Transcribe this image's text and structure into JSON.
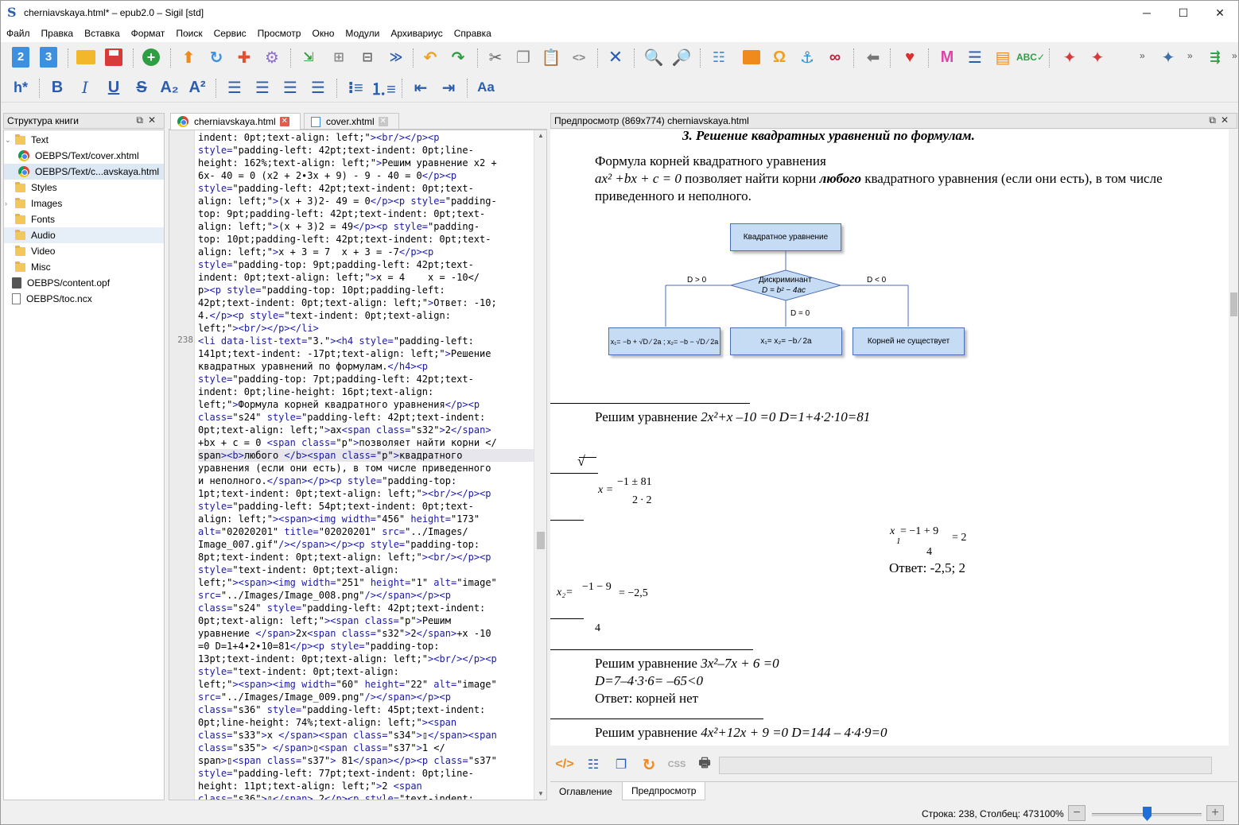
{
  "window": {
    "title": "cherniavskaya.html* – epub2.0 – Sigil [std]",
    "app_icon": "S",
    "minimize": "─",
    "maximize": "☐",
    "close": "✕"
  },
  "menu": [
    "Файл",
    "Правка",
    "Вставка",
    "Формат",
    "Поиск",
    "Сервис",
    "Просмотр",
    "Окно",
    "Модули",
    "Архивариус",
    "Справка"
  ],
  "book_browser": {
    "title": "Структура книги",
    "items": [
      {
        "label": "Text",
        "type": "folder"
      },
      {
        "label": "OEBPS/Text/cover.xhtml",
        "type": "html"
      },
      {
        "label": "OEBPS/Text/c...avskaya.html",
        "type": "html"
      },
      {
        "label": "Styles",
        "type": "folder"
      },
      {
        "label": "Images",
        "type": "folder"
      },
      {
        "label": "Fonts",
        "type": "folder"
      },
      {
        "label": "Audio",
        "type": "folder"
      },
      {
        "label": "Video",
        "type": "folder"
      },
      {
        "label": "Misc",
        "type": "folder"
      },
      {
        "label": "OEBPS/content.opf",
        "type": "opf"
      },
      {
        "label": "OEBPS/toc.ncx",
        "type": "file"
      }
    ]
  },
  "tabs": [
    {
      "label": "cherniavskaya.html",
      "close": "✕"
    },
    {
      "label": "cover.xhtml",
      "close": "✕"
    }
  ],
  "editor": {
    "current_line_number": "238",
    "lines": [
      "indent: 0pt;text-align: left;\"><br/></p><p",
      "style=\"padding-left: 42pt;text-indent: 0pt;line-",
      "height: 162%;text-align: left;\">Решим уравнение x2 +",
      "6x- 40 = 0 (x2 + 2∙3x + 9) - 9 - 40 = 0</p><p",
      "style=\"padding-left: 42pt;text-indent: 0pt;text-",
      "align: left;\">(x + 3)2- 49 = 0</p><p style=\"padding-",
      "top: 9pt;padding-left: 42pt;text-indent: 0pt;text-",
      "align: left;\">(x + 3)2 = 49</p><p style=\"padding-",
      "top: 10pt;padding-left: 42pt;text-indent: 0pt;text-",
      "align: left;\">x + 3 = 7  x + 3 = -7</p><p",
      "style=\"padding-top: 9pt;padding-left: 42pt;text-",
      "indent: 0pt;text-align: left;\">x = 4    x = -10</",
      "p><p style=\"padding-top: 10pt;padding-left:",
      "42pt;text-indent: 0pt;text-align: left;\">Ответ: -10;",
      "4.</p><p style=\"text-indent: 0pt;text-align:",
      "left;\"><br/></p></li>",
      "<li data-list-text=\"3.\"><h4 style=\"padding-left:",
      "141pt;text-indent: -17pt;text-align: left;\">Решение",
      "квадратных уравнений по формулам.</h4><p",
      "style=\"padding-top: 7pt;padding-left: 42pt;text-",
      "indent: 0pt;line-height: 16pt;text-align:",
      "left;\">Формула корней квадратного уравнения</p><p",
      "class=\"s24\" style=\"padding-left: 42pt;text-indent:",
      "0pt;text-align: left;\">ax<span class=\"s32\">2</span>",
      "+bx + c = 0 <span class=\"p\">позволяет найти корни </",
      "span><b>любого </b><span class=\"p\">квадратного",
      "уравнения (если они есть), в том числе приведенного",
      "и неполного.</span></p><p style=\"padding-top:",
      "1pt;text-indent: 0pt;text-align: left;\"><br/></p><p",
      "style=\"padding-left: 54pt;text-indent: 0pt;text-",
      "align: left;\"><span><img width=\"456\" height=\"173\"",
      "alt=\"02020201\" title=\"02020201\" src=\"../Images/",
      "Image_007.gif\"/></span></p><p style=\"padding-top:",
      "8pt;text-indent: 0pt;text-align: left;\"><br/></p><p",
      "style=\"text-indent: 0pt;text-align:",
      "left;\"><span><img width=\"251\" height=\"1\" alt=\"image\"",
      "src=\"../Images/Image_008.png\"/></span></p><p",
      "class=\"s24\" style=\"padding-left: 42pt;text-indent:",
      "0pt;text-align: left;\"><span class=\"p\">Решим",
      "уравнение </span>2x<span class=\"s32\">2</span>+x -10",
      "=0 D=1+4∙2∙10=81</p><p style=\"padding-top:",
      "13pt;text-indent: 0pt;text-align: left;\"><br/></p><p",
      "style=\"text-indent: 0pt;text-align:",
      "left;\"><span><img width=\"60\" height=\"22\" alt=\"image\"",
      "src=\"../Images/Image_009.png\"/></span></p><p",
      "class=\"s36\" style=\"padding-left: 45pt;text-indent:",
      "0pt;line-height: 74%;text-align: left;\"><span",
      "class=\"s33\">x </span><span class=\"s34\">▯</span><span",
      "class=\"s35\"> </span>▯<span class=\"s37\">1 </",
      "span>▯<span class=\"s37\"> 81</span></p><p class=\"s37\"",
      "style=\"padding-left: 77pt;text-indent: 0pt;line-",
      "height: 11pt;text-align: left;\">2 <span",
      "class=\"s36\">▯</span> 2</p><p style=\"text-indent:"
    ]
  },
  "preview": {
    "title": "Предпросмотр (869x774) cherniavskaya.html",
    "heading": "3. Решение квадратных уравнений по формулам.",
    "formula_intro": "Формула корней квадратного уравнения",
    "formula_eq": "ax² +bx + c = 0",
    "formula_rest_1": " позволяет найти корни ",
    "formula_bold": "любого",
    "formula_rest_2": " квадратного уравнения (если они есть), в том числе",
    "formula_line3": "приведенного и неполного.",
    "flow": {
      "top": "Квадратное уравнение",
      "diamond_1": "Дискриминант",
      "diamond_2": "D = b² − 4ac",
      "d_pos": "D > 0",
      "d_neg": "D < 0",
      "d_zero": "D = 0",
      "box_left": "x₁= −b + √D ⁄ 2a ; x₂= −b − √D ⁄ 2a",
      "box_mid": "x₁= x₂= −b ⁄ 2a",
      "box_right": "Корней не существует"
    },
    "eq1_label": "Решим уравнение ",
    "eq1": "2x²+x –10 =0 D=1+4∙2∙10=81",
    "sqrt": "√",
    "x_eq": "x =",
    "x_num": "−1 ± 81",
    "x_den": "2 ∙ 2",
    "x1_lbl": "x",
    "x1_sub": "1",
    "x1_num": "= −1 + 9",
    "x1_res": "= 2",
    "x1_den": "4",
    "answer1": "Ответ: -2,5; 2",
    "x2_lbl": "x₂=",
    "x2_num": "−1 − 9",
    "x2_res": "= −2,5",
    "x2_den": "4",
    "eq2_label": "Решим уравнение ",
    "eq2": "3x²–7x + 6 =0",
    "eq2_d": "D=7–4∙3∙6= –65<0",
    "eq2_ans": "Ответ: корней нет",
    "eq3_label": "Решим уравнение ",
    "eq3": "4x²+12x + 9 =0 D=144 – 4∙4∙9=0"
  },
  "bottom_tabs": [
    "Оглавление",
    "Предпросмотр"
  ],
  "status": {
    "position": "Строка: 238, Столбец: 473",
    "zoom": "100%",
    "zoom_out": "−",
    "zoom_in": "+",
    "zoom_level": 0.5
  },
  "colors": {
    "accent": "#1e6fd9",
    "tag": "#1a1aa6",
    "flow_fill": "#c6dcf5",
    "flow_border": "#4a6fb5"
  }
}
